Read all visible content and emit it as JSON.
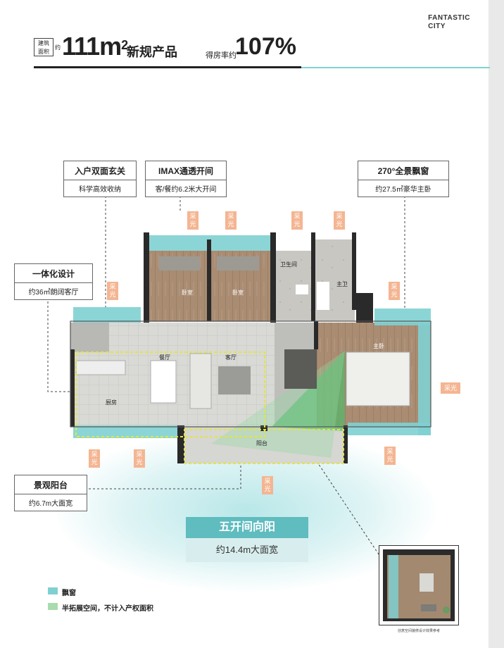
{
  "brand": {
    "line1": "FANTASTIC",
    "line2": "CITY"
  },
  "header": {
    "area_tag_line1": "建筑",
    "area_tag_line2": "面积",
    "area_about": "约",
    "area_value": "111m",
    "area_sup": "2",
    "area_desc": "新规产品",
    "ratio_label": "得房率约",
    "ratio_value": "107%"
  },
  "callouts": {
    "entry": {
      "title": "入户双面玄关",
      "sub": "科学高效收纳"
    },
    "imax": {
      "title": "IMAX通透开间",
      "sub": "客/餐约6.2米大开间"
    },
    "window": {
      "title": "270°全景飘窗",
      "sub": "约27.5㎡豪华主卧"
    },
    "integrated": {
      "title": "一体化设计",
      "sub": "约36㎡朗阔客厅"
    },
    "balcony": {
      "title": "景观阳台",
      "sub": "约6.7m大面宽"
    }
  },
  "sunlight_label": "采光",
  "rooms": {
    "bedroom": "卧室",
    "bathroom": "卫生间",
    "master_bath": "主卫",
    "master_bedroom": "主卧",
    "dining": "餐厅",
    "living": "客厅",
    "kitchen": "厨房",
    "balcony": "阳台"
  },
  "band": {
    "title": "五开间向阳",
    "sub": "约14.4m大面宽"
  },
  "legend": [
    {
      "label": "飘窗",
      "color": "#7fd0d2"
    },
    {
      "label": "半拓展空间，不计入产权面积",
      "color": "#a8dcae"
    }
  ],
  "inset_caption": "创意空间装修设计效果参考",
  "colors": {
    "accent": "#7fd3d6",
    "sun": "#f4b592",
    "wall": "#2a2a2a",
    "wood": "#a98c72",
    "highlight": "#e4e63a"
  }
}
